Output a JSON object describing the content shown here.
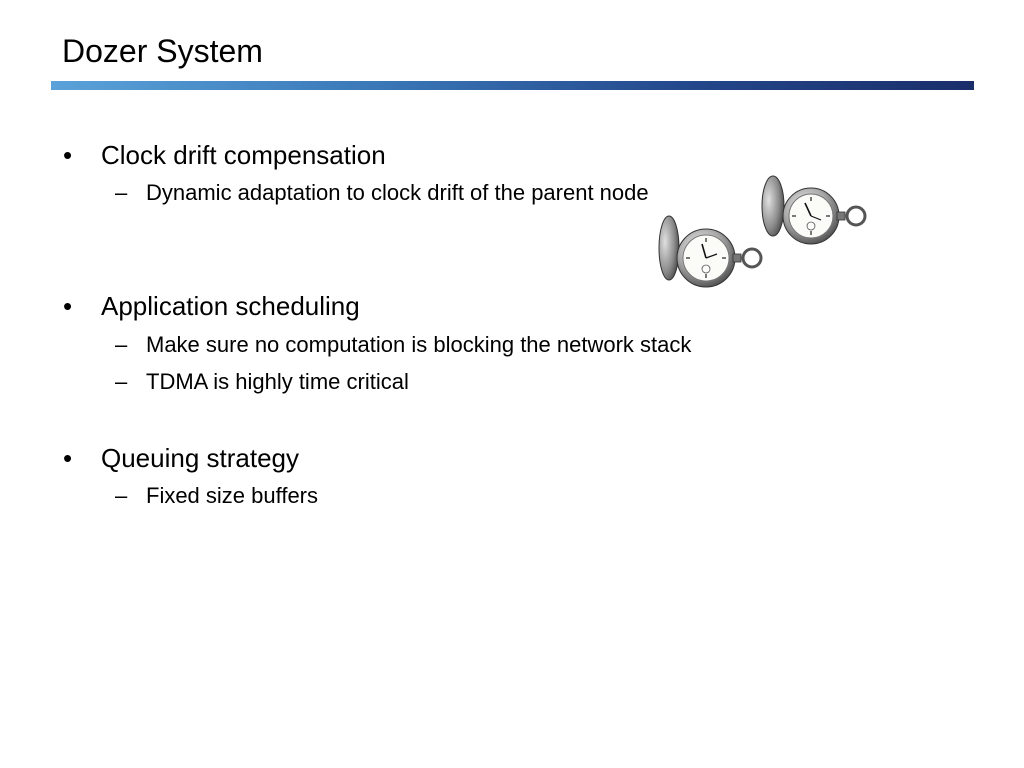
{
  "slide": {
    "title": "Dozer System",
    "bullet_marker": "•",
    "sub_marker": "–",
    "sections": [
      {
        "heading": "Clock drift compensation",
        "items": [
          "Dynamic adaptation to clock drift of the parent node"
        ]
      },
      {
        "heading": "Application scheduling",
        "items": [
          "Make sure no computation is blocking the network stack",
          "TDMA is highly time critical"
        ]
      },
      {
        "heading": "Queuing strategy",
        "items": [
          "Fixed size buffers"
        ]
      }
    ]
  },
  "image": {
    "icon": "pocket-watch-icon",
    "accent_color": "#23468a"
  }
}
